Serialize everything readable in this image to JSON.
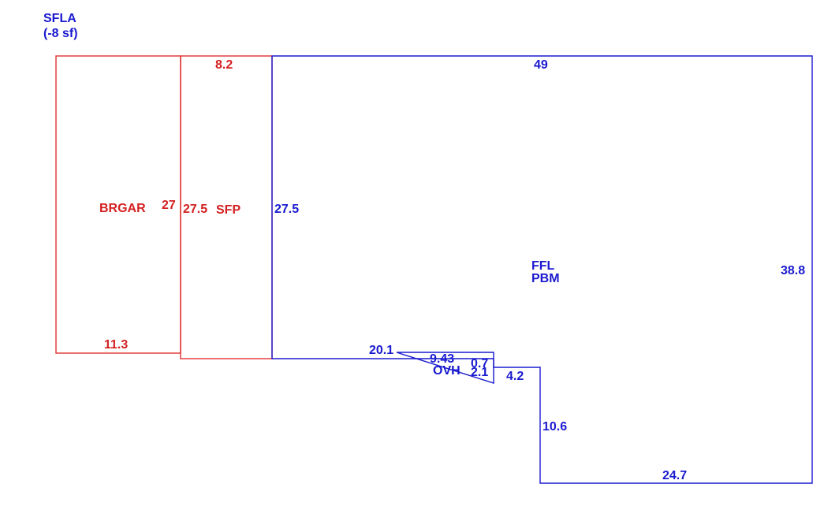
{
  "header": {
    "title": "SFLA",
    "subtitle": "(-8 sf)"
  },
  "colors": {
    "living": "#1a1ad0",
    "garage": "#e03030"
  },
  "areas": {
    "brgar": {
      "code": "BRGAR",
      "top": "27",
      "bottom": "11.3"
    },
    "sfp": {
      "code": "SFP",
      "left": "27.5",
      "top": "8.2"
    },
    "main": {
      "line1": "FFL",
      "line2": "PBM",
      "left": "27.5",
      "top": "49",
      "right": "38.8",
      "bottom": "24.7",
      "notch_horizontal": "4.2",
      "notch_vertical": "10.6",
      "base_left": "20.1"
    },
    "ovh": {
      "code": "OVH",
      "top": "9.43",
      "side": "0.7",
      "hyp": "2.1"
    }
  }
}
